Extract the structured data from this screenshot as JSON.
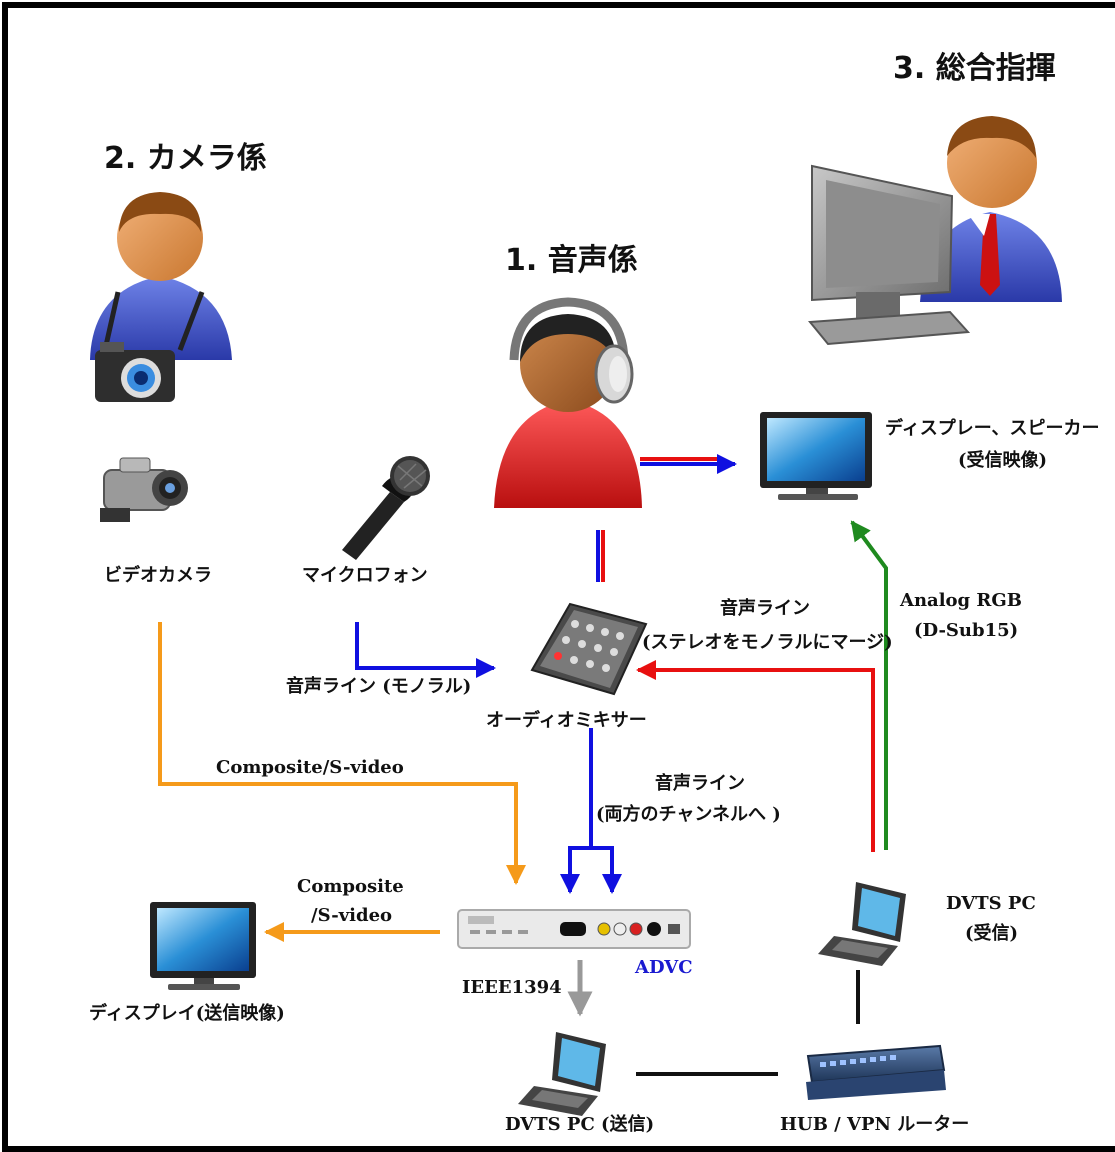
{
  "roles": {
    "audio": "1. 音声係",
    "camera": "2. カメラ係",
    "director": "3. 総合指揮"
  },
  "devices": {
    "display_receive_line1": "ディスプレー、スピーカー",
    "display_receive_line2": "(受信映像)",
    "video_camera": "ビデオカメラ",
    "microphone": "マイクロフォン",
    "audio_mixer": "オーディオミキサー",
    "advc": "ADVC",
    "display_send": "ディスプレイ(送信映像)",
    "dvts_pc_receive_line1": "DVTS PC",
    "dvts_pc_receive_line2": "(受信)",
    "dvts_pc_send": "DVTS PC (送信)",
    "hub_router": "HUB / VPN ルーター"
  },
  "connections": {
    "mic_line": "音声ライン (モノラル)",
    "stereo_merge_line1": "音声ライン",
    "stereo_merge_line2": "(ステレオをモノラルにマージ)",
    "analog_rgb_line1": "Analog RGB",
    "analog_rgb_line2": "(D-Sub15)",
    "composite_camera": "Composite/S-video",
    "both_channels_line1": "音声ライン",
    "both_channels_line2": "(両方のチャンネルへ )",
    "composite_display_line1": "Composite",
    "composite_display_line2": "/S-video",
    "ieee1394": "IEEE1394"
  },
  "colors": {
    "audio_line": "#1010e0",
    "audio_return_line": "#e81010",
    "video_line": "#f59a1a",
    "rgb_line": "#1f8a1f",
    "ieee_line": "#999999",
    "network_line": "#111111",
    "advc_label": "#1a1ad0"
  }
}
